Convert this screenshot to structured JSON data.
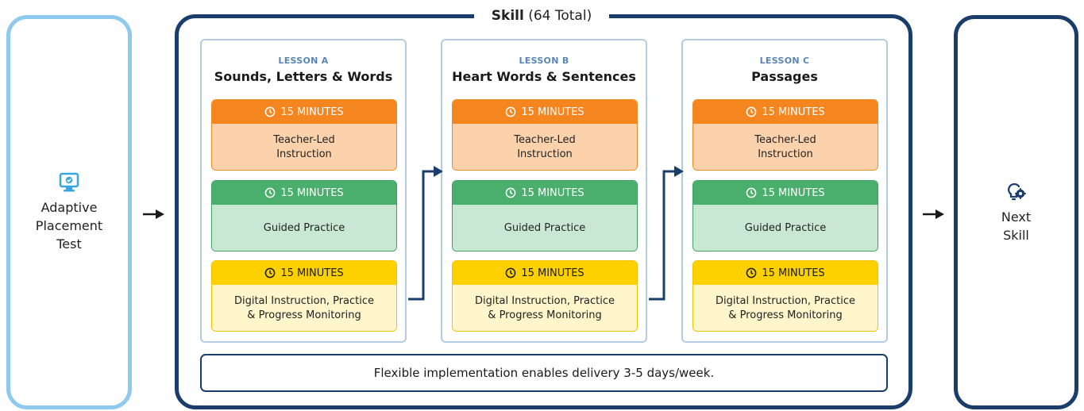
{
  "placement": {
    "icon": "monitor-check-icon",
    "label_lines": [
      "Adaptive",
      "Placement",
      "Test"
    ]
  },
  "skill": {
    "title_bold": "Skill",
    "title_rest": "(64 Total)"
  },
  "lessons": [
    {
      "tag": "LESSON A",
      "title": "Sounds, Letters & Words",
      "cards": [
        {
          "time": "15 MINUTES",
          "line1": "Teacher-Led",
          "line2": "Instruction"
        },
        {
          "time": "15 MINUTES",
          "line1": "Guided Practice",
          "line2": ""
        },
        {
          "time": "15 MINUTES",
          "line1": "Digital Instruction, Practice",
          "line2": "& Progress Monitoring"
        }
      ]
    },
    {
      "tag": "LESSON B",
      "title": "Heart Words & Sentences",
      "cards": [
        {
          "time": "15 MINUTES",
          "line1": "Teacher-Led",
          "line2": "Instruction"
        },
        {
          "time": "15 MINUTES",
          "line1": "Guided Practice",
          "line2": ""
        },
        {
          "time": "15 MINUTES",
          "line1": "Digital Instruction, Practice",
          "line2": "& Progress Monitoring"
        }
      ]
    },
    {
      "tag": "LESSON C",
      "title": "Passages",
      "cards": [
        {
          "time": "15 MINUTES",
          "line1": "Teacher-Led",
          "line2": "Instruction"
        },
        {
          "time": "15 MINUTES",
          "line1": "Guided Practice",
          "line2": ""
        },
        {
          "time": "15 MINUTES",
          "line1": "Digital Instruction, Practice",
          "line2": "& Progress Monitoring"
        }
      ]
    }
  ],
  "footer_note": "Flexible implementation enables delivery 3-5 days/week.",
  "next": {
    "icon": "lightbulb-gear-icon",
    "label_lines": [
      "Next",
      "Skill"
    ]
  },
  "colors": {
    "navy": "#1b3d6b",
    "light_blue": "#8ec9ee",
    "orange": "#f5861f",
    "green": "#4aae6d",
    "yellow": "#fdd100"
  }
}
